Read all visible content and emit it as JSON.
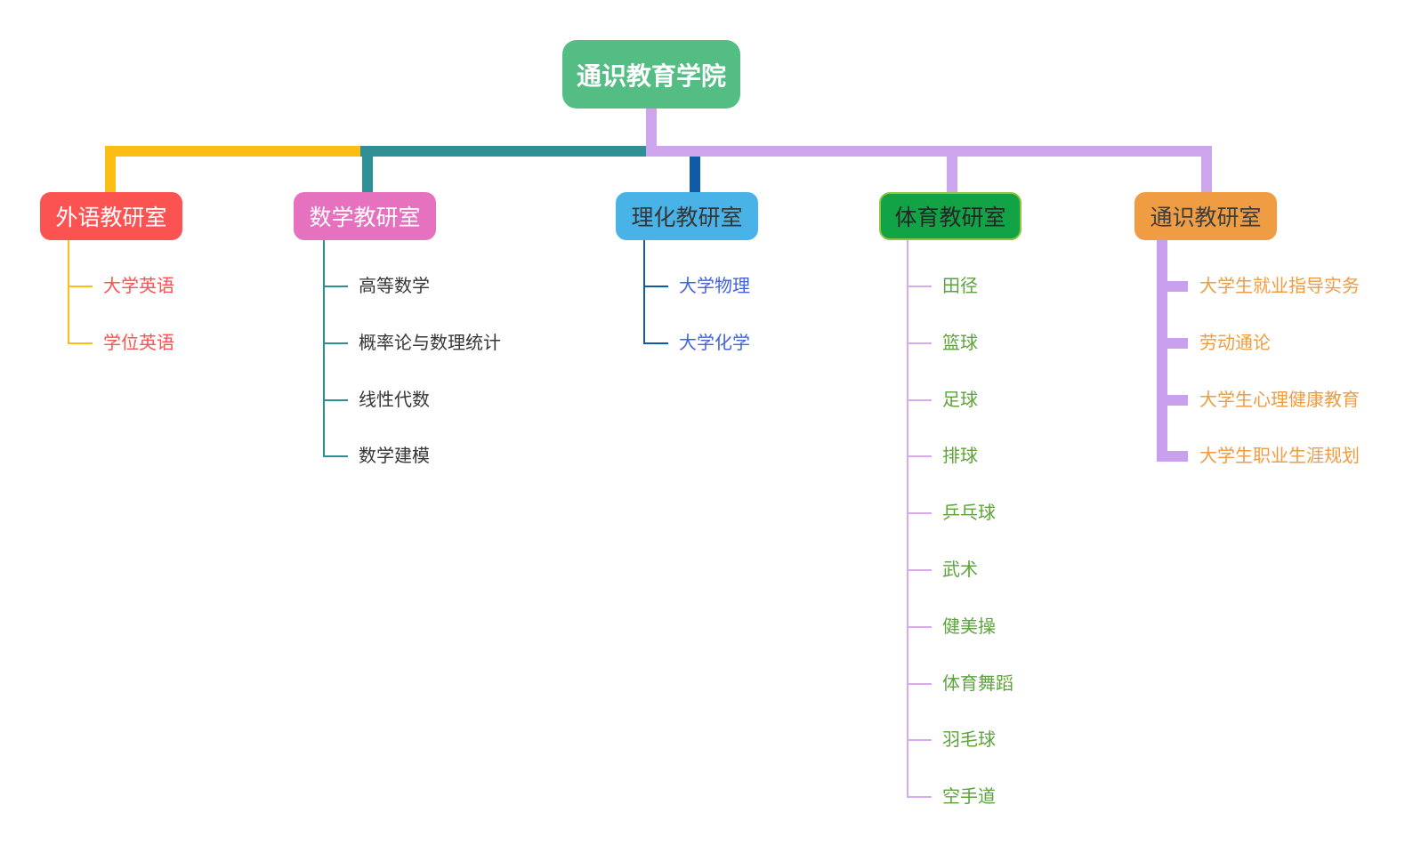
{
  "root": {
    "label": "通识教育学院",
    "colors": {
      "bg": "#53bd84",
      "text": "#ffffff"
    }
  },
  "connector_colors": {
    "trunk": "#cda5ec"
  },
  "branches": [
    {
      "id": "foreign-language",
      "label": "外语教研室",
      "colors": {
        "box_bg": "#fb5351",
        "box_text": "#ffffff",
        "line": "#fcbd15",
        "child_text": "#fa5151"
      },
      "children": [
        "大学英语",
        "学位英语"
      ]
    },
    {
      "id": "math",
      "label": "数学教研室",
      "colors": {
        "box_bg": "#e671bf",
        "box_text": "#ffffff",
        "line": "#2e8f96",
        "child_text": "#363636"
      },
      "children": [
        "高等数学",
        "概率论与数理统计",
        "线性代数",
        "数学建模"
      ]
    },
    {
      "id": "physics-chemistry",
      "label": "理化教研室",
      "colors": {
        "box_bg": "#49b3e8",
        "box_text": "#363636",
        "line": "#0f5ba8",
        "child_text": "#4263dc"
      },
      "children": [
        "大学物理",
        "大学化学"
      ]
    },
    {
      "id": "physical-education",
      "label": "体育教研室",
      "colors": {
        "box_bg": "#12a347",
        "box_text": "#262626",
        "box_border": "#8fc43f",
        "line": "#d7a9f0",
        "child_text": "#5ca33c"
      },
      "children": [
        "田径",
        "篮球",
        "足球",
        "排球",
        "乒乓球",
        "武术",
        "健美操",
        "体育舞蹈",
        "羽毛球",
        "空手道"
      ]
    },
    {
      "id": "general-studies",
      "label": "通识教研室",
      "colors": {
        "box_bg": "#ef9c42",
        "box_text": "#3d3d3d",
        "line": "#c9a0ee",
        "child_text": "#f09b40"
      },
      "children": [
        "大学生就业指导实务",
        "劳动通论",
        "大学生心理健康教育",
        "大学生职业生涯规划"
      ]
    }
  ]
}
